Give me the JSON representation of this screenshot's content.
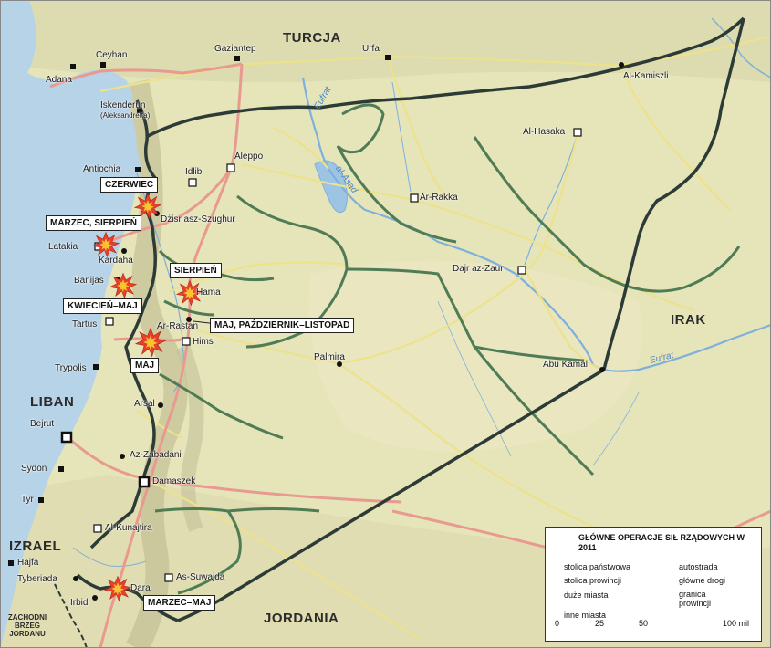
{
  "map": {
    "countries": {
      "turkey": "TURCJA",
      "iraq": "IRAK",
      "lebanon": "LIBAN",
      "israel": "IZRAEL",
      "jordan": "JORDANIA",
      "west_bank": "ZACHODNI BRZEG JORDANU"
    },
    "rivers": {
      "euphrates_north": "Eufrat",
      "euphrates_east": "Eufrat",
      "lake_assad": "al-Asad"
    },
    "cities": {
      "adana": "Adana",
      "ceyhan": "Ceyhan",
      "iskenderun": "Iskenderun",
      "aleksandretta": "(Aleksandretta)",
      "gaziantep": "Gaziantep",
      "urfa": "Urfa",
      "al_kamiszli": "Al-Kamiszli",
      "al_hasaka": "Al-Hasaka",
      "antiochia": "Antiochia",
      "aleppo": "Aleppo",
      "idlib": "Idlib",
      "ar_rakka": "Ar-Rakka",
      "dzisr": "Dżisr asz-Szughur",
      "latakia": "Latakia",
      "kardaha": "Kardaha",
      "dajr": "Dajr az-Zaur",
      "banijas": "Banijas",
      "hama": "Hama",
      "tartus": "Tartus",
      "ar_rastan": "Ar-Rastan",
      "hims": "Hims",
      "palmira": "Palmira",
      "trypolis": "Trypolis",
      "abu_kamal": "Abu Kamal",
      "arsal": "Arsal",
      "bejrut": "Bejrut",
      "az_zabadani": "Az-Zabadani",
      "sydon": "Sydon",
      "damaszek": "Damaszek",
      "tyr": "Tyr",
      "al_kunajtira": "Al-Kunajtira",
      "hajfa": "Hajfa",
      "tyberiada": "Tyberiada",
      "as_suwajda": "As-Suwajda",
      "dara": "Dara",
      "irbid": "Irbid"
    },
    "operations": {
      "czerwiec": "CZERWIEC",
      "marzec_sierpien": "MARZEC, SIERPIEŃ",
      "sierpien": "SIERPIEŃ",
      "kwiecien_maj": "KWIECIEŃ–MAJ",
      "maj_pazdziernik": "MAJ, PAŹDZIERNIK–LISTOPAD",
      "maj": "MAJ",
      "marzec_maj": "MARZEC–MAJ"
    }
  },
  "legend": {
    "title": "GŁÓWNE OPERACJE SIŁ RZĄDOWYCH W 2011",
    "items": {
      "national_capital": "stolica państwowa",
      "provincial_capital": "stolica prowincji",
      "big_cities": "duże miasta",
      "other_cities": "inne miasta",
      "highway": "autostrada",
      "main_roads": "główne drogi",
      "province_border": "granica prowincji"
    },
    "scale": {
      "ticks": [
        "0",
        "25",
        "50",
        "100 mil"
      ]
    }
  },
  "colors": {
    "sea": "#b7d3e8",
    "land": "#e6e4b9",
    "highway": "#e89a8f",
    "main_road": "#ede28c",
    "province_border": "#4f7c55",
    "national_border": "#2d3b36",
    "river": "#7fb0dc",
    "explosion_outer": "#e8402a",
    "explosion_inner": "#f7c531"
  }
}
